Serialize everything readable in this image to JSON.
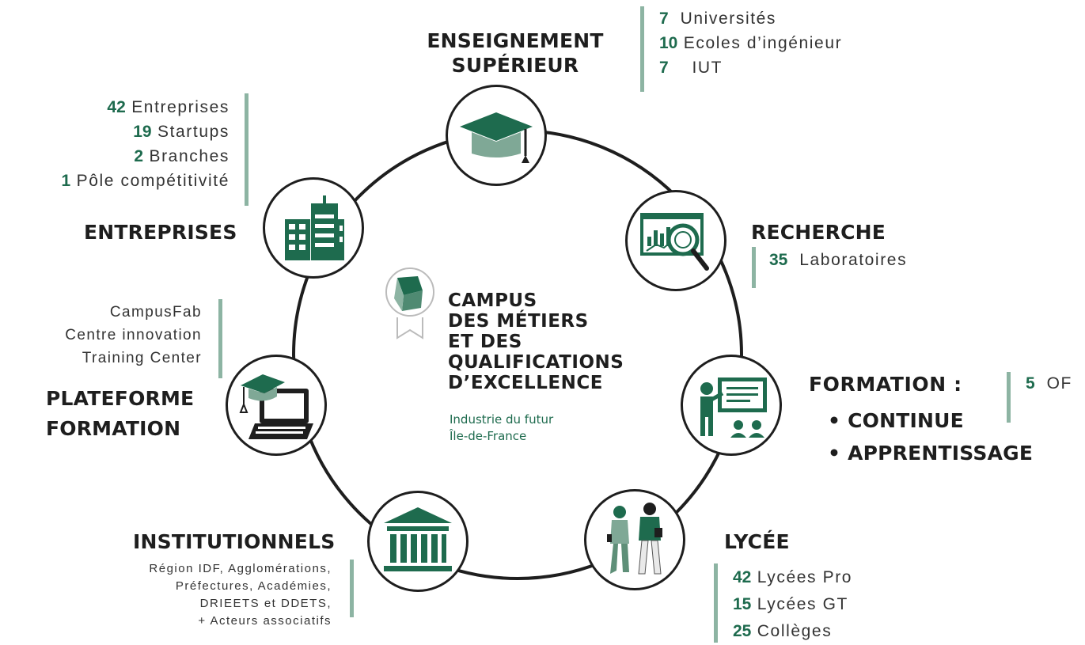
{
  "colors": {
    "accent": "#1e6b4e",
    "accent_light": "#8db4a3",
    "ring": "#1e1e1e"
  },
  "center": {
    "title_lines": [
      "CAMPUS",
      "DES MÉTIERS",
      "ET DES",
      "QUALIFICATIONS",
      "D’EXCELLENCE"
    ],
    "subtitle_lines": [
      "Industrie du futur",
      "Île-de-France"
    ]
  },
  "enseignement": {
    "heading_lines": [
      "ENSEIGNEMENT",
      "SUPÉRIEUR"
    ],
    "icon": "graduation-cap-icon",
    "stats": [
      {
        "n": "7",
        "label": "Universités"
      },
      {
        "n": "10",
        "label": "Ecoles d’ingénieur"
      },
      {
        "n": "7",
        "label": "IUT"
      }
    ]
  },
  "entreprises": {
    "heading": "ENTREPRISES",
    "icon": "office-building-icon",
    "stats": [
      {
        "n": "42",
        "label": "Entreprises"
      },
      {
        "n": "19",
        "label": "Startups"
      },
      {
        "n": "2",
        "label": "Branches"
      },
      {
        "n": "1",
        "label": "Pôle compétitivité"
      }
    ]
  },
  "recherche": {
    "heading": "RECHERCHE",
    "icon": "data-analysis-icon",
    "stats": [
      {
        "n": "35",
        "label": "Laboratoires"
      }
    ]
  },
  "plateforme": {
    "heading_lines": [
      "PLATEFORME",
      "FORMATION"
    ],
    "icon": "laptop-graduation-icon",
    "items": [
      "CampusFab",
      "Centre innovation",
      "Training Center"
    ]
  },
  "formation": {
    "heading": "FORMATION :",
    "bullets": [
      "• CONTINUE",
      "• APPRENTISSAGE"
    ],
    "icon": "teacher-board-icon",
    "stats": [
      {
        "n": "5",
        "label": "OF"
      }
    ]
  },
  "institutionnels": {
    "heading": "INSTITUTIONNELS",
    "icon": "institution-building-icon",
    "lines": [
      "Région IDF, Agglomérations,",
      "Préfectures, Académies,",
      "DRIEETS et DDETS,",
      "+ Acteurs associatifs"
    ]
  },
  "lycee": {
    "heading": "LYCÉE",
    "icon": "students-icon",
    "stats": [
      {
        "n": "42",
        "label": "Lycées Pro"
      },
      {
        "n": "15",
        "label": "Lycées GT"
      },
      {
        "n": "25",
        "label": "Collèges"
      }
    ]
  }
}
